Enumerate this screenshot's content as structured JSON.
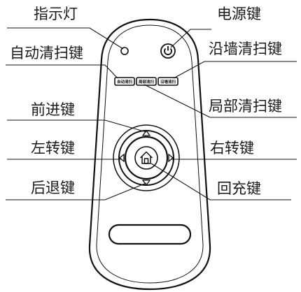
{
  "labels": {
    "indicator": "指示灯",
    "power": "电源键",
    "auto_clean": "自动清扫键",
    "wall_clean": "沿墙清扫键",
    "local_clean": "局部清扫键",
    "forward": "前进键",
    "turn_left": "左转键",
    "turn_right": "右转键",
    "backward": "后退键",
    "return_charge": "回充键"
  },
  "buttons": {
    "auto_clean": "自动清扫",
    "local_clean": "局部清扫",
    "wall_clean": "沿墙清扫"
  },
  "colors": {
    "stroke": "#111111",
    "text": "#1a1a1a",
    "background": "#ffffff"
  }
}
